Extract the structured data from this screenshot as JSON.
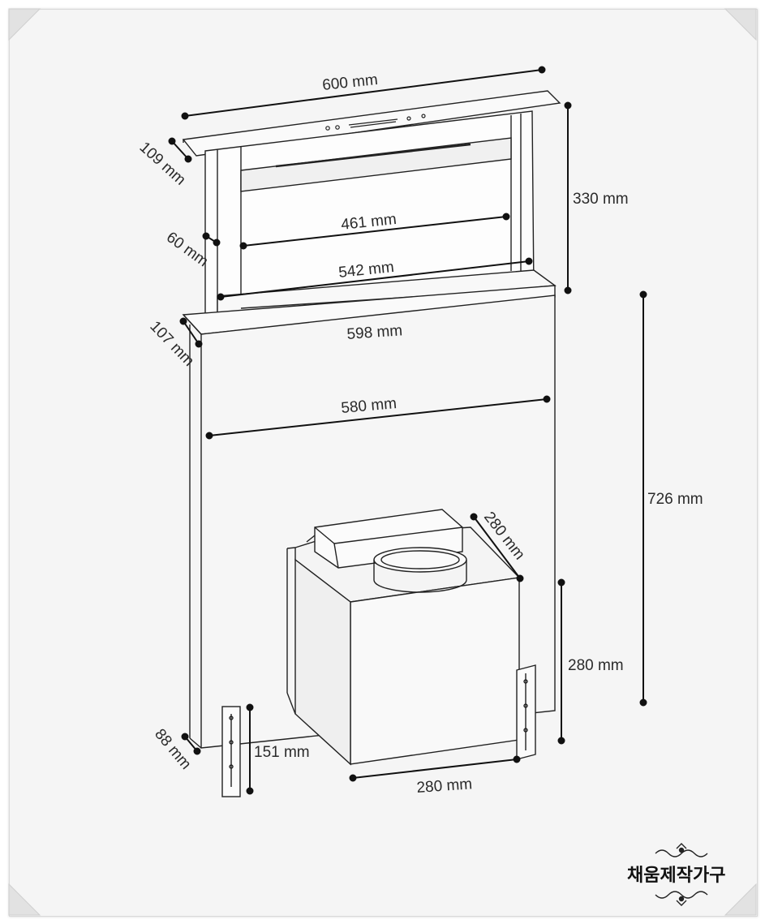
{
  "dimensions": {
    "top_width": "600 mm",
    "top_depth": "109 mm",
    "rise_height": "330 mm",
    "inner_width_upper": "461 mm",
    "side_thickness": "60 mm",
    "inner_width_lower": "542 mm",
    "base_depth": "107 mm",
    "base_width": "598 mm",
    "body_width": "580 mm",
    "body_height": "726 mm",
    "motor_depth": "280 mm",
    "motor_height": "280 mm",
    "motor_width": "280 mm",
    "bracket_height": "151 mm",
    "bottom_depth": "88 mm"
  },
  "brand": {
    "name": "채움제작가구"
  },
  "colors": {
    "line": "#222222",
    "frame_bg": "#f5f5f5",
    "dot": "#111111"
  }
}
